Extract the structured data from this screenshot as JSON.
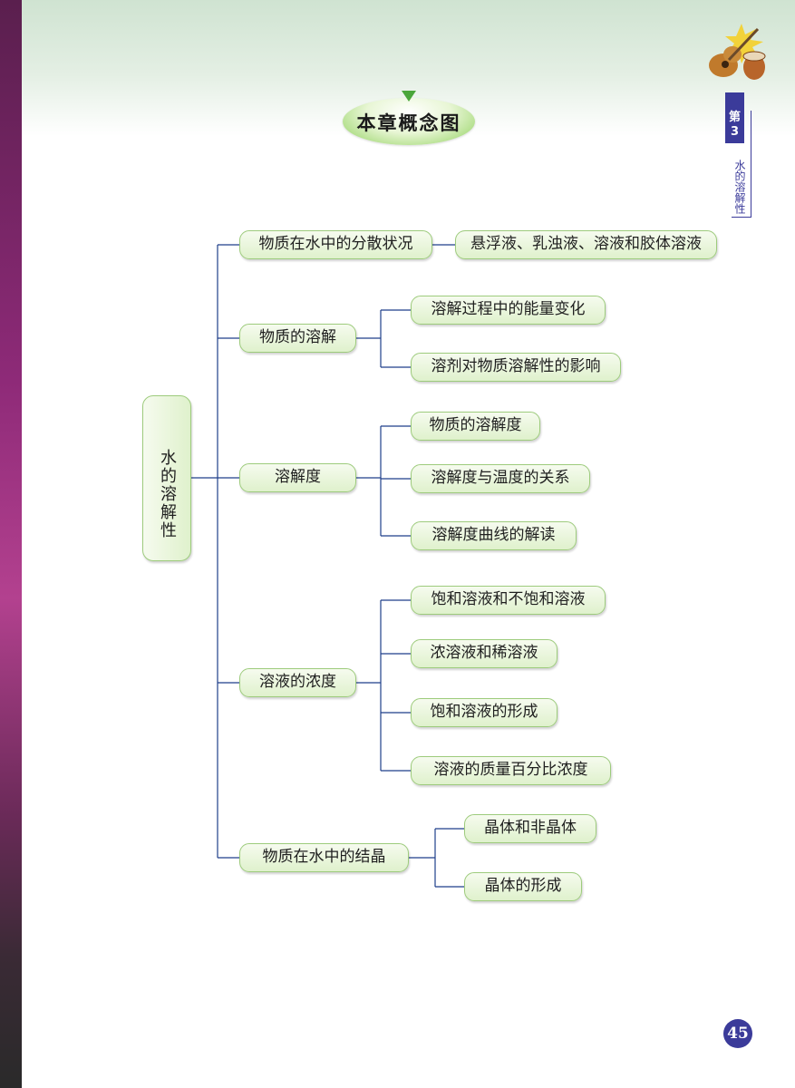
{
  "header": {
    "title": "本章概念图",
    "chapter_number": "第3",
    "chapter_name": "水的溶解性"
  },
  "concept_map": {
    "root": "水的溶解性",
    "branches": [
      {
        "label": "物质在水中的分散状况",
        "children": [
          "悬浮液、乳浊液、溶液和胶体溶液"
        ]
      },
      {
        "label": "物质的溶解",
        "children": [
          "溶解过程中的能量变化",
          "溶剂对物质溶解性的影响"
        ]
      },
      {
        "label": "溶解度",
        "children": [
          "物质的溶解度",
          "溶解度与温度的关系",
          "溶解度曲线的解读"
        ]
      },
      {
        "label": "溶液的浓度",
        "children": [
          "饱和溶液和不饱和溶液",
          "浓溶液和稀溶液",
          "饱和溶液的形成",
          "溶液的质量百分比浓度"
        ]
      },
      {
        "label": "物质在水中的结晶",
        "children": [
          "晶体和非晶体",
          "晶体的形成"
        ]
      }
    ]
  },
  "footer": {
    "page_number": "45"
  },
  "colors": {
    "line": "#1f3f8a",
    "node_border": "#9dcb7c",
    "badge": "#3b3b9a"
  },
  "icons": [
    "guitar-drum-icon"
  ]
}
